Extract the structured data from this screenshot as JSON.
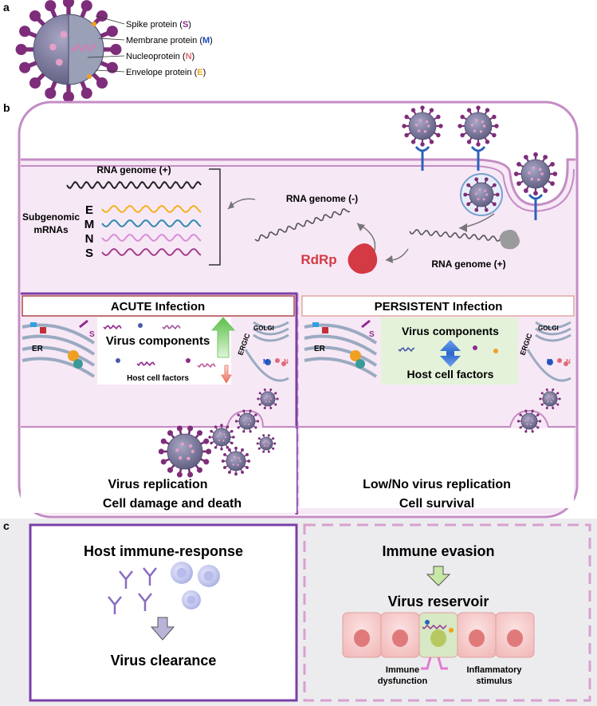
{
  "panel_a": {
    "letter": "a",
    "legend": [
      {
        "prefix": "Spike protein (",
        "code": "S",
        "suffix": ")",
        "color": "#8e2b8e"
      },
      {
        "prefix": "Membrane protein (",
        "code": "M",
        "suffix": ")",
        "color": "#1e46c8"
      },
      {
        "prefix": "Nucleoprotein (",
        "code": "N",
        "suffix": ")",
        "color": "#e06a78"
      },
      {
        "prefix": "Envelope protein (",
        "code": "E",
        "suffix": ")",
        "color": "#f0a020"
      }
    ]
  },
  "panel_b": {
    "letter": "b",
    "rna_genome_pos_top": "RNA genome (+)",
    "rna_genome_neg": "RNA genome (-)",
    "rna_genome_pos_right": "RNA genome (+)",
    "rdrp": "RdRp",
    "subgenomic_label_1": "Subgenomic",
    "subgenomic_label_2": "mRNAs",
    "mrnas": [
      {
        "label": "E",
        "color": "#f2b21c"
      },
      {
        "label": "M",
        "color": "#2a8ab0"
      },
      {
        "label": "N",
        "color": "#d98ed6"
      },
      {
        "label": "S",
        "color": "#a23d8a"
      }
    ],
    "acute": {
      "title": "ACUTE Infection",
      "virus_components": "Virus components",
      "host_cell_factors": "Host cell factors",
      "er": "ER",
      "s": "S",
      "golgi": "GOLGI",
      "ergic": "ERGIC",
      "m": "M",
      "n": "N",
      "outcome_1": "Virus replication",
      "outcome_2": "Cell damage and death"
    },
    "persistent": {
      "title": "PERSISTENT Infection",
      "virus_components": "Virus components",
      "host_cell_factors": "Host cell factors",
      "er": "ER",
      "s": "S",
      "golgi": "GOLGI",
      "ergic": "ERGIC",
      "m": "M",
      "n": "N",
      "outcome_1": "Low/No virus replication",
      "outcome_2": "Cell survival"
    }
  },
  "panel_c": {
    "letter": "c",
    "left_title": "Host immune-response",
    "left_result": "Virus clearance",
    "right_title": "Immune evasion",
    "right_middle": "Virus reservoir",
    "immune_dysfunction_1": "Immune",
    "immune_dysfunction_2": "dysfunction",
    "inflammatory_1": "Inflammatory",
    "inflammatory_2": "stimulus"
  },
  "colors": {
    "purple_border": "#7b3fa8",
    "pink_dashed": "#d9a0d0",
    "cell_fill": "#f3e2f2",
    "membrane": "#c48cc4",
    "panel_c_bg": "#ececee",
    "virus_body": "#7c7a9a",
    "spike": "#7d2d7a",
    "receptor": "#2b62b8",
    "rdrp": "#d33a44",
    "green_arrow": "#7ccf6c",
    "red_arrow": "#f08070",
    "blue_arrow": "#3a7ad8",
    "antibody": "#8a6bc0"
  }
}
